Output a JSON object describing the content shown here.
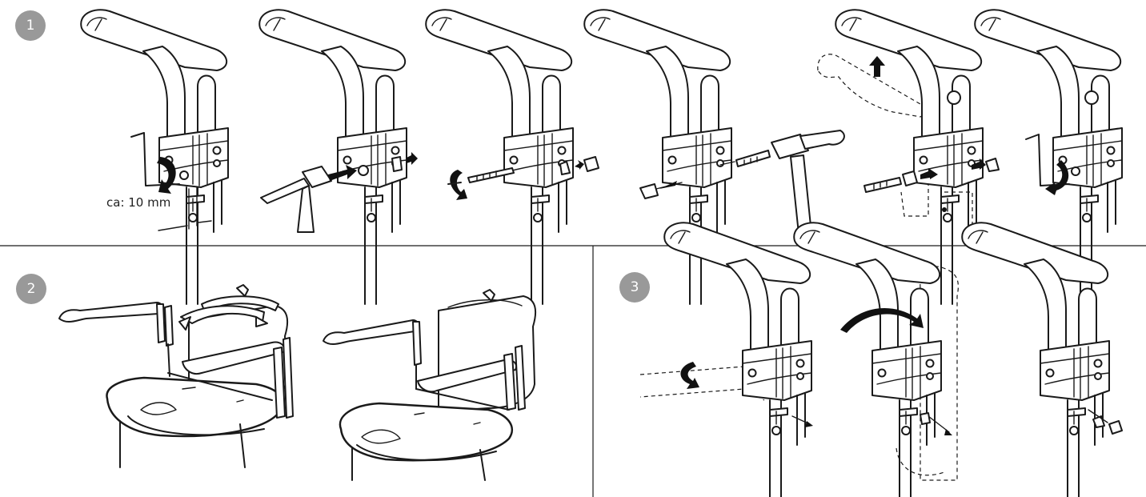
{
  "steps": [
    {
      "number": "1"
    },
    {
      "number": "2"
    },
    {
      "number": "3"
    }
  ],
  "step1": {
    "measurement_label": "ca: 10 mm",
    "panels": [
      "loosen-screw",
      "hammer-pin-out",
      "remove-screw",
      "hammer-pin-in",
      "lift-armrest",
      "tighten-screw"
    ]
  },
  "step2": {
    "panels": [
      "armrest-swing-back",
      "armrest-mounted-on-toilet"
    ]
  },
  "step3": {
    "panels": [
      "rotate-armrest-down",
      "swing-armrest-up",
      "refit-screws"
    ]
  },
  "colors": {
    "line": "#1a1a1a",
    "badge": "#999999",
    "badge_text": "#ffffff"
  }
}
